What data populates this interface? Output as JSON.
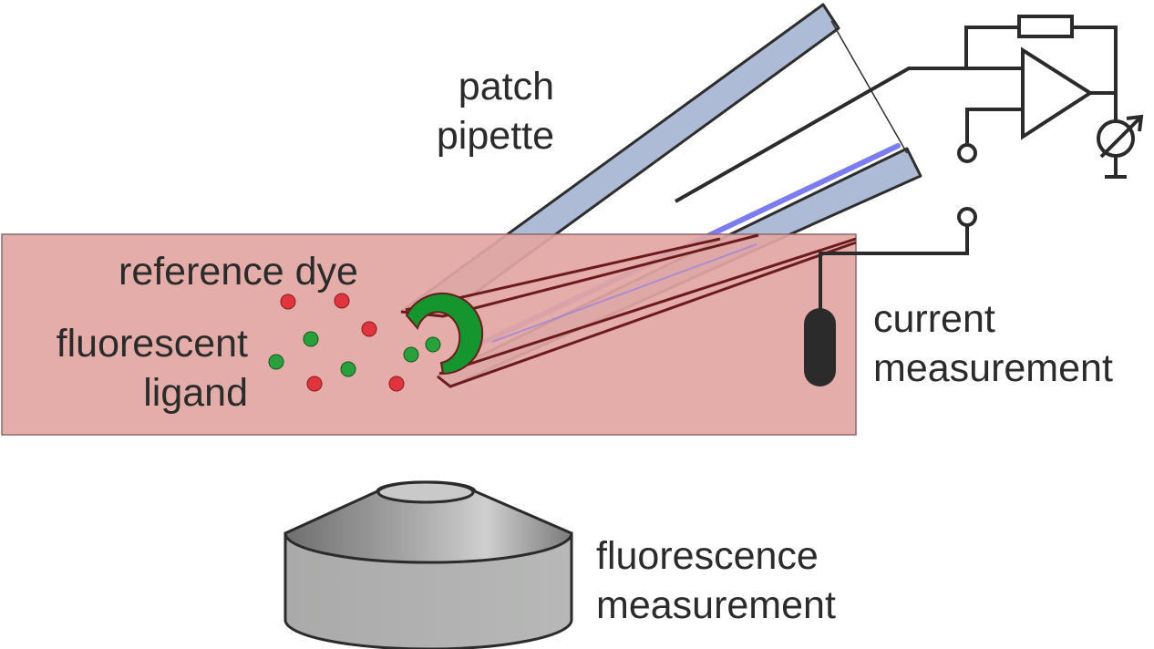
{
  "labels": {
    "patch_pipette": [
      "patch",
      "pipette"
    ],
    "reference_dye": "reference dye",
    "fluorescent_ligand": [
      "fluorescent",
      "ligand"
    ],
    "current_measurement": [
      "current",
      "measurement"
    ],
    "fluorescence_measurement": [
      "fluorescence",
      "measurement"
    ]
  },
  "colors": {
    "bath": "#e2a6a3",
    "bath_border": "#8a6a6a",
    "pipette_glass": "#aebbd6",
    "pipette_outline": "#2e2e2e",
    "pipette_tip_outline": "#6b1b1b",
    "membrane_patch": "#14952e",
    "reference_dye_dot": "#e0353f",
    "ligand_dot": "#2aa03d",
    "electrode": "#2b2b2b",
    "wire": "#2b2b2b",
    "laser_line": "#7b7cf2",
    "objective_gray": "#b0b0b0",
    "text": "#2b2b2b"
  }
}
